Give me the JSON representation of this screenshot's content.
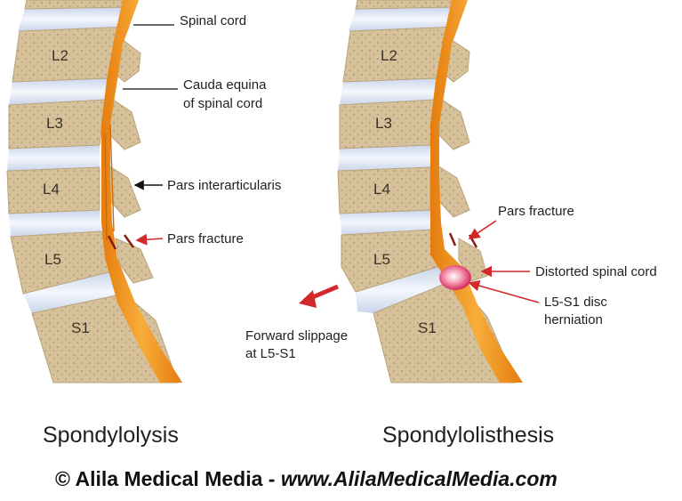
{
  "left_panel": {
    "caption": "Spondylolysis",
    "vertebrae": [
      "L2",
      "L3",
      "L4",
      "L5",
      "S1"
    ],
    "labels": {
      "spinal_cord": "Spinal cord",
      "cauda_equina_1": "Cauda equina",
      "cauda_equina_2": "of spinal cord",
      "pars_interarticularis": "Pars interarticularis",
      "pars_fracture": "Pars fracture"
    }
  },
  "right_panel": {
    "caption": "Spondylolisthesis",
    "vertebrae": [
      "L2",
      "L3",
      "L4",
      "L5",
      "S1"
    ],
    "labels": {
      "pars_fracture": "Pars fracture",
      "distorted_cord": "Distorted spinal cord",
      "disc_herniation_1": "L5-S1 disc",
      "disc_herniation_2": "herniation",
      "forward_slippage_1": "Forward slippage",
      "forward_slippage_2": "at L5-S1"
    }
  },
  "credit": {
    "text": "© Alila Medical Media - ",
    "url": "www.AlilaMedicalMedia.com"
  },
  "colors": {
    "bone": "#d6c19a",
    "bone_dark": "#b9a37a",
    "disc": "#dfe7f4",
    "cord": "#f29a1c",
    "arrow_red": "#d3282b",
    "herniation": "#e0205a"
  }
}
